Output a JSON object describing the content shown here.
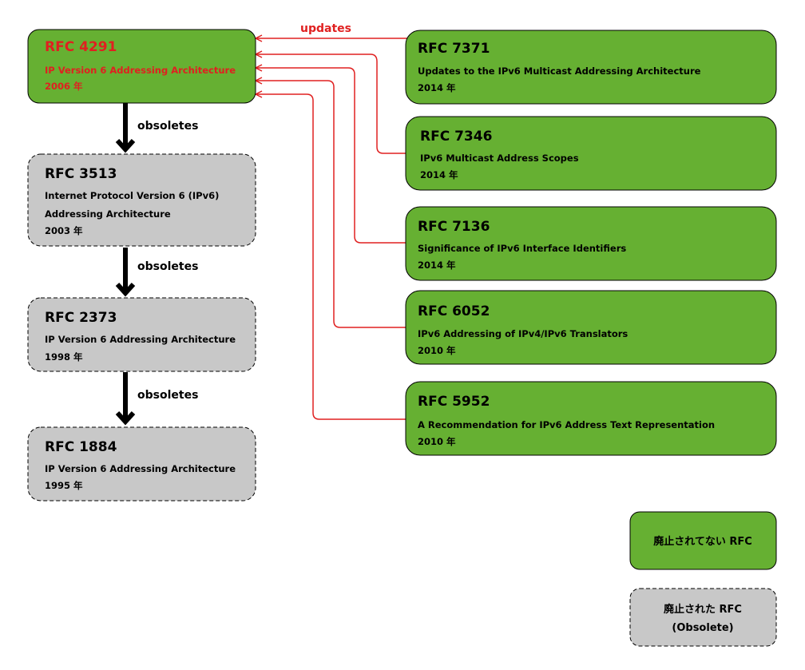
{
  "colors": {
    "active_fill": "#66b032",
    "obsolete_fill": "#c8c8c8",
    "highlight_text": "#e02020",
    "update_line": "#e02020",
    "obsolete_arrow": "#000000"
  },
  "main": {
    "rfc4291": {
      "title": "RFC 4291",
      "subtitle": "IP Version 6 Addressing Architecture",
      "year": "2006 年"
    },
    "rfc3513": {
      "title": "RFC 3513",
      "line1": "Internet Protocol Version 6 (IPv6)",
      "line2": "Addressing Architecture",
      "year": "2003 年"
    },
    "rfc2373": {
      "title": "RFC 2373",
      "subtitle": "IP Version 6 Addressing Architecture",
      "year": "1998 年"
    },
    "rfc1884": {
      "title": "RFC 1884",
      "subtitle": "IP Version 6 Addressing Architecture",
      "year": "1995 年"
    }
  },
  "updaters": [
    {
      "title": "RFC 7371",
      "subtitle": "Updates to the IPv6 Multicast Addressing Architecture",
      "year": "2014 年"
    },
    {
      "title": "RFC 7346",
      "subtitle": "IPv6 Multicast Address Scopes",
      "year": "2014 年"
    },
    {
      "title": "RFC 7136",
      "subtitle": "Significance of IPv6 Interface Identifiers",
      "year": "2014 年"
    },
    {
      "title": "RFC 6052",
      "subtitle": "IPv6 Addressing of IPv4/IPv6 Translators",
      "year": "2010 年"
    },
    {
      "title": "RFC 5952",
      "subtitle": "A Recommendation for IPv6 Address Text Representation",
      "year": "2010 年"
    }
  ],
  "edges": {
    "updates_label": "updates",
    "obsoletes_label": "obsoletes"
  },
  "legend": {
    "active_label": "廃止されてない RFC",
    "obsolete_line1": "廃止された RFC",
    "obsolete_line2": "(Obsolete)"
  }
}
